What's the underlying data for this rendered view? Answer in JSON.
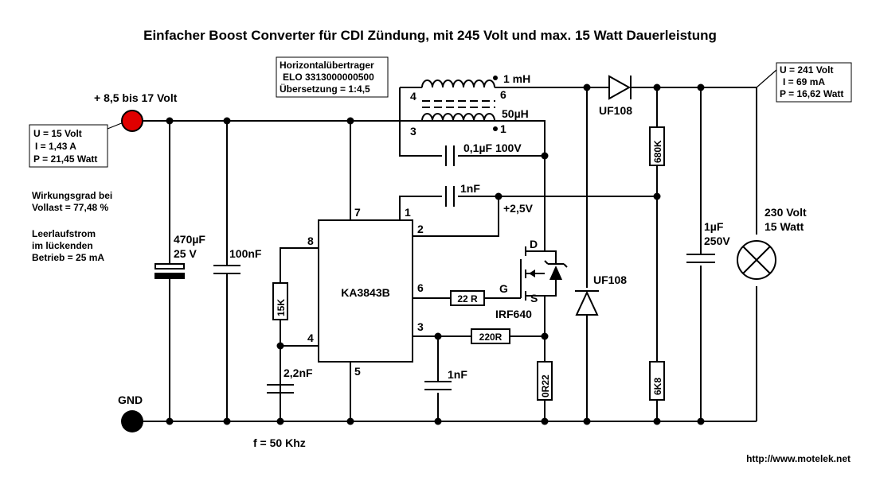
{
  "title": "Einfacher Boost Converter für CDI Zündung, mit 245 Volt und max. 15 Watt Dauerleistung",
  "colors": {
    "blue": "#3060d0",
    "red": "#e00000",
    "green": "#00a000",
    "node_red": "#e00000"
  },
  "input": {
    "label": "+ 8,5 bis 17 Volt",
    "readout": {
      "u": "U = 15 Volt",
      "i": "I = 1,43 A",
      "p": "P = 21,45 Watt"
    }
  },
  "output_readout": {
    "u": "U = 241 Volt",
    "i": "I = 69 mA",
    "p": "P = 16,62 Watt"
  },
  "notes": {
    "efficiency": [
      "Wirkungsgrad bei",
      "Vollast = 77,48 %"
    ],
    "idle": [
      "Leerlaufstrom",
      "im lückenden",
      "Betrieb = 25 mA"
    ]
  },
  "transformer": {
    "box": [
      "Horizontalübertrager",
      "ELO  3313000000500",
      "Übersetzung = 1:4,5"
    ],
    "primary_l": "50µH",
    "secondary_l": "1 mH",
    "pins": {
      "p4": "4",
      "p3": "3",
      "p6": "6",
      "p1": "1"
    }
  },
  "components": {
    "c_in_elko": [
      "470µF",
      "25 V"
    ],
    "c_in": "100nF",
    "r_rt": "15K",
    "c_ct": "2,2nF",
    "ic": "KA3843B",
    "ic_pins": {
      "p7": "7",
      "p8": "8",
      "p1": "1",
      "p2": "2",
      "p6": "6",
      "p4": "4",
      "p3": "3",
      "p5": "5"
    },
    "c_snub": "0,1µF 100V",
    "c_comp": "1nF",
    "vref": "+2,5V",
    "r_gate": "22 R",
    "r_cs": "220R",
    "c_cs": "1nF",
    "r_shunt": "0R22",
    "mosfet": "IRF640",
    "mosfet_pins": {
      "d": "D",
      "g": "G",
      "s": "S"
    },
    "d_clamp": "UF108",
    "d_out": "UF108",
    "r_top": "680K",
    "r_bot": "6K8",
    "c_out": [
      "1µF",
      "250V"
    ],
    "lamp": [
      "230 Volt",
      "15 Watt"
    ]
  },
  "gnd": "GND",
  "frequency": "f = 50 Khz",
  "url": "http://www.motelek.net"
}
